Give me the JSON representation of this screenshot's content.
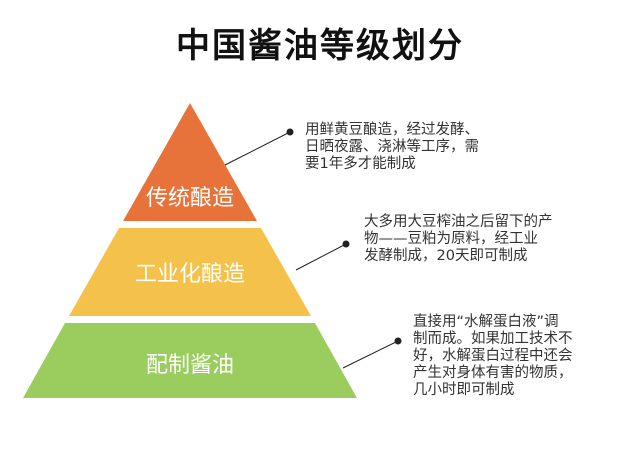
{
  "title": "中国酱油等级划分",
  "colors": {
    "tier1": "#E8733A",
    "tier2": "#F4C24A",
    "tier3": "#9ACD5E",
    "connector": "#222222",
    "text": "#333333"
  },
  "tiers": [
    {
      "label": "传统酿造",
      "description_lines": [
        "用鲜黄豆酿造，经过发酵、",
        "日晒夜露、浇淋等工序，需",
        "要1年多才能制成"
      ]
    },
    {
      "label": "工业化酿造",
      "description_lines": [
        "大多用大豆榨油之后留下的产",
        "物——豆粕为原料，经工业",
        "发酵制成，20天即可制成"
      ]
    },
    {
      "label": "配制酱油",
      "description_lines": [
        "直接用“水解蛋白液”调",
        "制而成。如果加工技术不",
        "好，水解蛋白过程中还会",
        "产生对身体有害的物质，",
        "几小时即可制成"
      ]
    }
  ]
}
